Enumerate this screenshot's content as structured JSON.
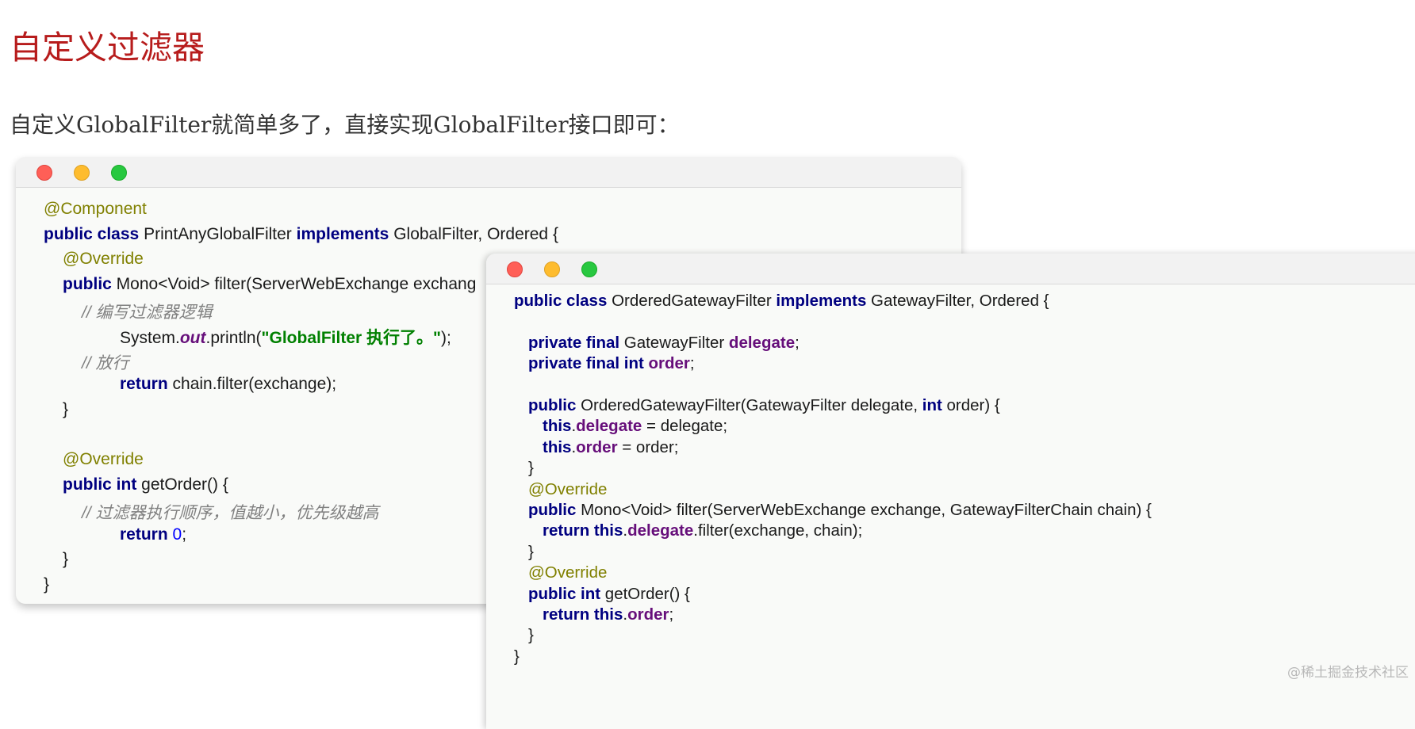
{
  "title": "自定义过滤器",
  "subtitle": "自定义GlobalFilter就简单多了，直接实现GlobalFilter接口即可：",
  "window1": {
    "lines": [
      {
        "indent": 0,
        "tokens": [
          {
            "t": "@Component",
            "c": "ann"
          }
        ]
      },
      {
        "indent": 0,
        "tokens": [
          {
            "t": "public class ",
            "c": "kw"
          },
          {
            "t": "PrintAnyGlobalFilter ",
            "c": ""
          },
          {
            "t": "implements ",
            "c": "kw"
          },
          {
            "t": "GlobalFilter, Ordered {",
            "c": ""
          }
        ]
      },
      {
        "indent": 1,
        "tokens": [
          {
            "t": "@Override",
            "c": "ann"
          }
        ]
      },
      {
        "indent": 1,
        "tokens": [
          {
            "t": "public ",
            "c": "kw"
          },
          {
            "t": "Mono<Void> filter(ServerWebExchange exchang",
            "c": ""
          }
        ]
      },
      {
        "indent": 2,
        "tokens": [
          {
            "t": "// 编写过滤器逻辑",
            "c": "cm"
          }
        ]
      },
      {
        "indent": 4,
        "tokens": [
          {
            "t": "System.",
            "c": ""
          },
          {
            "t": "out",
            "c": "fldi"
          },
          {
            "t": ".println(",
            "c": ""
          },
          {
            "t": "\"GlobalFilter 执行了。\"",
            "c": "str"
          },
          {
            "t": ");",
            "c": ""
          }
        ]
      },
      {
        "indent": 2,
        "tokens": [
          {
            "t": "// 放行",
            "c": "cm"
          }
        ]
      },
      {
        "indent": 4,
        "tokens": [
          {
            "t": "return ",
            "c": "kw"
          },
          {
            "t": "chain.filter(exchange);",
            "c": ""
          }
        ]
      },
      {
        "indent": 1,
        "tokens": [
          {
            "t": "}",
            "c": ""
          }
        ]
      },
      {
        "indent": 0,
        "tokens": []
      },
      {
        "indent": 1,
        "tokens": [
          {
            "t": "@Override",
            "c": "ann"
          }
        ]
      },
      {
        "indent": 1,
        "tokens": [
          {
            "t": "public int ",
            "c": "kw"
          },
          {
            "t": "getOrder() {",
            "c": ""
          }
        ]
      },
      {
        "indent": 2,
        "tokens": [
          {
            "t": "// 过滤器执行顺序，值越小，优先级越高",
            "c": "cm"
          }
        ]
      },
      {
        "indent": 4,
        "tokens": [
          {
            "t": "return ",
            "c": "kw"
          },
          {
            "t": "0",
            "c": "num"
          },
          {
            "t": ";",
            "c": ""
          }
        ]
      },
      {
        "indent": 1,
        "tokens": [
          {
            "t": "}",
            "c": ""
          }
        ]
      },
      {
        "indent": 0,
        "tokens": [
          {
            "t": "}",
            "c": ""
          }
        ]
      }
    ]
  },
  "window2": {
    "lines": [
      {
        "indent": 0,
        "tokens": [
          {
            "t": "public class ",
            "c": "kw"
          },
          {
            "t": "OrderedGatewayFilter ",
            "c": ""
          },
          {
            "t": "implements ",
            "c": "kw"
          },
          {
            "t": "GatewayFilter, Ordered {",
            "c": ""
          }
        ]
      },
      {
        "indent": 0,
        "tokens": []
      },
      {
        "indent": 1,
        "tokens": [
          {
            "t": "private final ",
            "c": "kw"
          },
          {
            "t": "GatewayFilter ",
            "c": ""
          },
          {
            "t": "delegate",
            "c": "fld"
          },
          {
            "t": ";",
            "c": ""
          }
        ]
      },
      {
        "indent": 1,
        "tokens": [
          {
            "t": "private final int ",
            "c": "kw"
          },
          {
            "t": "order",
            "c": "fld"
          },
          {
            "t": ";",
            "c": ""
          }
        ]
      },
      {
        "indent": 0,
        "tokens": []
      },
      {
        "indent": 1,
        "tokens": [
          {
            "t": "public ",
            "c": "kw"
          },
          {
            "t": "OrderedGatewayFilter(GatewayFilter delegate, ",
            "c": ""
          },
          {
            "t": "int ",
            "c": "kw"
          },
          {
            "t": "order) {",
            "c": ""
          }
        ]
      },
      {
        "indent": 2,
        "tokens": [
          {
            "t": "this",
            "c": "kw"
          },
          {
            "t": ".",
            "c": ""
          },
          {
            "t": "delegate",
            "c": "fld"
          },
          {
            "t": " = delegate;",
            "c": ""
          }
        ]
      },
      {
        "indent": 2,
        "tokens": [
          {
            "t": "this",
            "c": "kw"
          },
          {
            "t": ".",
            "c": ""
          },
          {
            "t": "order",
            "c": "fld"
          },
          {
            "t": " = order;",
            "c": ""
          }
        ]
      },
      {
        "indent": 1,
        "tokens": [
          {
            "t": "}",
            "c": ""
          }
        ]
      },
      {
        "indent": 1,
        "tokens": [
          {
            "t": "@Override",
            "c": "ann"
          }
        ]
      },
      {
        "indent": 1,
        "tokens": [
          {
            "t": "public ",
            "c": "kw"
          },
          {
            "t": "Mono<Void> filter(ServerWebExchange exchange, GatewayFilterChain chain) {",
            "c": ""
          }
        ]
      },
      {
        "indent": 2,
        "tokens": [
          {
            "t": "return this",
            "c": "kw"
          },
          {
            "t": ".",
            "c": ""
          },
          {
            "t": "delegate",
            "c": "fld"
          },
          {
            "t": ".filter(exchange, chain);",
            "c": ""
          }
        ]
      },
      {
        "indent": 1,
        "tokens": [
          {
            "t": "}",
            "c": ""
          }
        ]
      },
      {
        "indent": 1,
        "tokens": [
          {
            "t": "@Override",
            "c": "ann"
          }
        ]
      },
      {
        "indent": 1,
        "tokens": [
          {
            "t": "public int ",
            "c": "kw"
          },
          {
            "t": "getOrder() {",
            "c": ""
          }
        ]
      },
      {
        "indent": 2,
        "tokens": [
          {
            "t": "return this",
            "c": "kw"
          },
          {
            "t": ".",
            "c": ""
          },
          {
            "t": "order",
            "c": "fld"
          },
          {
            "t": ";",
            "c": ""
          }
        ]
      },
      {
        "indent": 1,
        "tokens": [
          {
            "t": "}",
            "c": ""
          }
        ]
      },
      {
        "indent": 0,
        "tokens": [
          {
            "t": "}",
            "c": ""
          }
        ]
      }
    ]
  },
  "watermark": "@稀土掘金技术社区",
  "colors": {
    "title": "#b71c1c",
    "keyword": "#000080",
    "annotation": "#808000",
    "comment": "#808080",
    "string": "#008000",
    "field": "#660e7a",
    "number": "#0000ff",
    "close": "#ff5f57",
    "minimize": "#febc2e",
    "maximize": "#28c840"
  },
  "icons": [
    "close-dot-icon",
    "minimize-dot-icon",
    "maximize-dot-icon"
  ]
}
